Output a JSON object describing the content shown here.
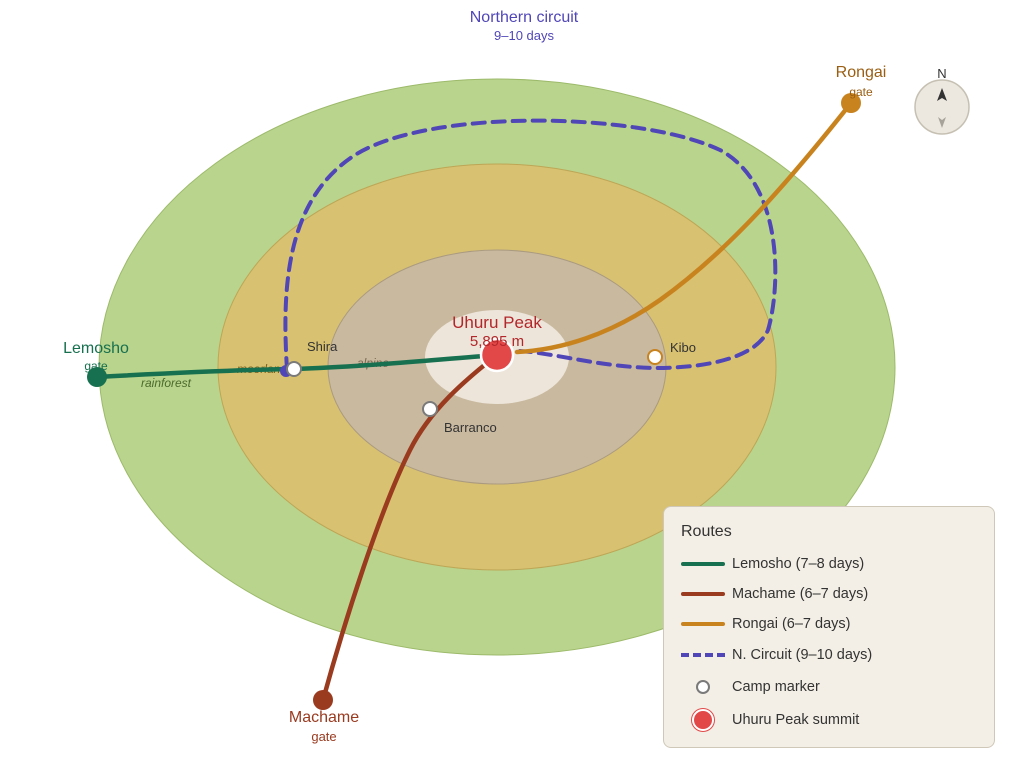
{
  "map": {
    "circuit_label": {
      "title": "Northern circuit",
      "duration": "9–10 days"
    },
    "compass": {
      "label": "N"
    },
    "zones": {
      "rainforest": "rainforest",
      "moorland": "moorland",
      "alpine": "alpine"
    },
    "summit": {
      "name": "Uhuru Peak",
      "elevation": "5,895 m"
    },
    "gates": {
      "lemosho": {
        "name": "Lemosho",
        "sub": "gate"
      },
      "machame": {
        "name": "Machame",
        "sub": "gate"
      },
      "rongai": {
        "name": "Rongai",
        "sub": "gate"
      }
    },
    "camps": {
      "shira": "Shira",
      "barranco": "Barranco",
      "kibo": "Kibo"
    },
    "colors": {
      "rainforest": "#b9d48c",
      "moorland": "#d8c170",
      "alpine": "#c9b99f",
      "summit_zone": "#ede5da",
      "lemosho": "#17704f",
      "machame": "#9a3a1f",
      "rongai": "#c8831f",
      "circuit": "#5046b8",
      "summit": "#e24848"
    }
  },
  "legend": {
    "title": "Routes",
    "items": [
      {
        "label": "Lemosho (7–8 days)"
      },
      {
        "label": "Machame (6–7 days)"
      },
      {
        "label": "Rongai (6–7 days)"
      },
      {
        "label": "N. Circuit (9–10 days)"
      },
      {
        "label": "Camp marker"
      },
      {
        "label": "Uhuru Peak summit"
      }
    ]
  }
}
